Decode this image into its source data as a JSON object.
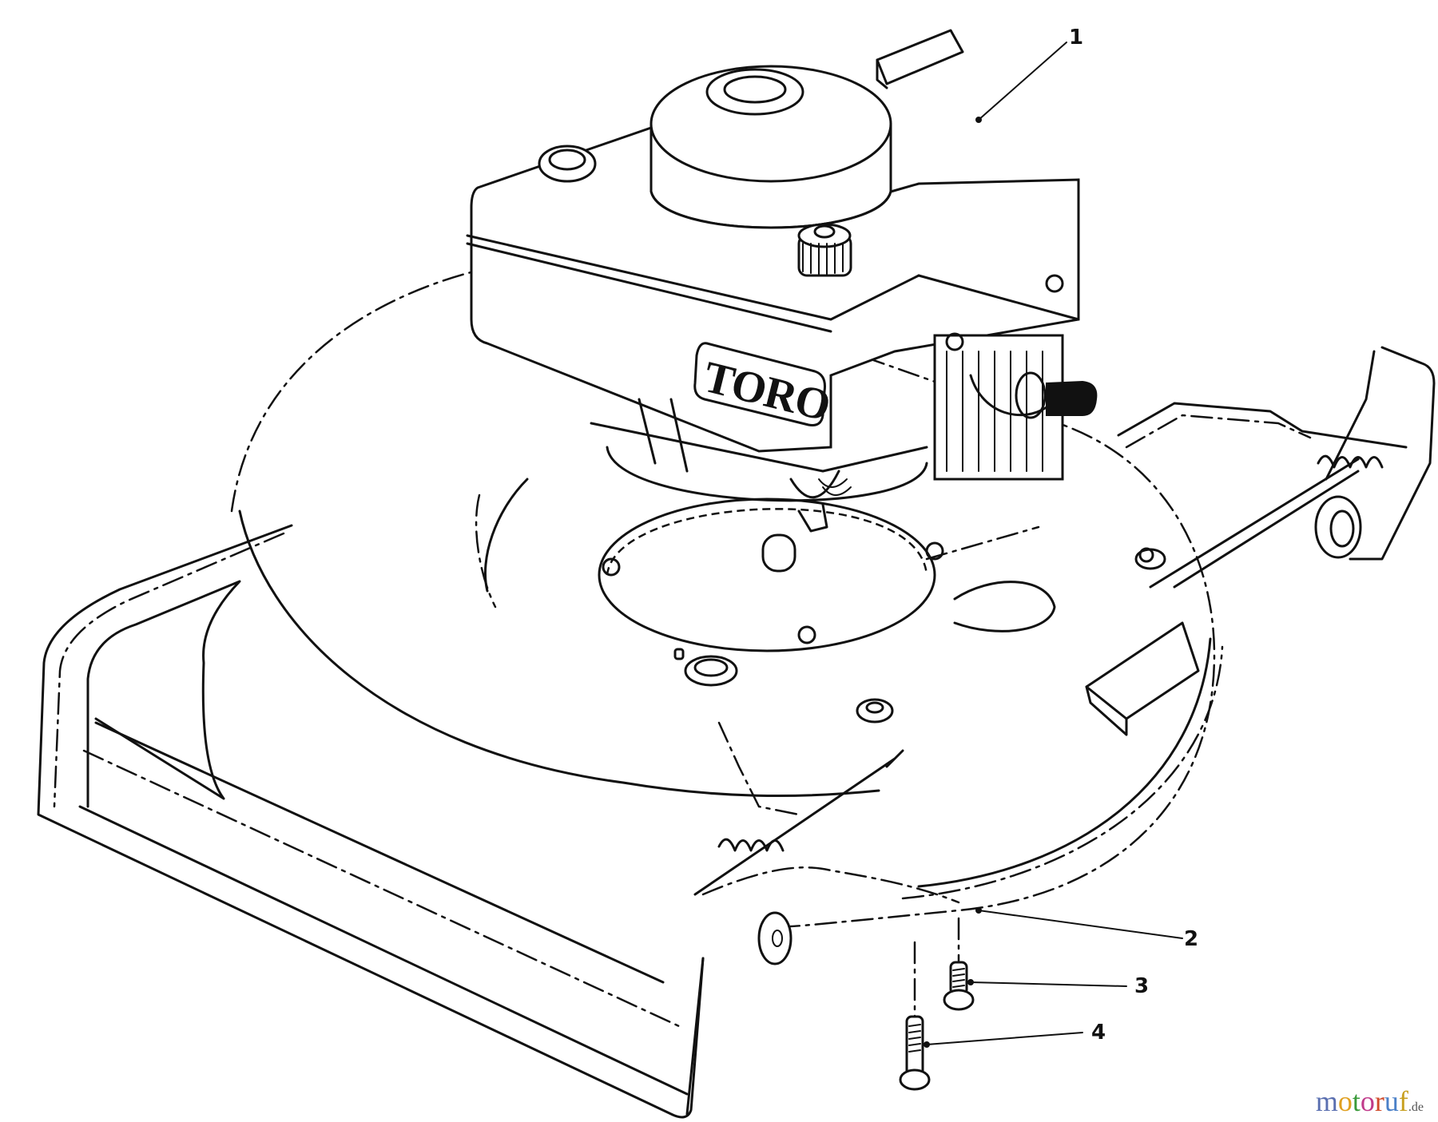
{
  "diagram": {
    "title": "Lawn mower engine and deck assembly (exploded parts view)",
    "engine_logo": "TORO",
    "callouts": [
      {
        "number": "1",
        "part": "engine"
      },
      {
        "number": "2",
        "part": "deck"
      },
      {
        "number": "3",
        "part": "short-flange-bolt"
      },
      {
        "number": "4",
        "part": "long-flange-bolt"
      }
    ]
  },
  "watermark": {
    "letters": [
      "m",
      "o",
      "t",
      "o",
      "r",
      "u",
      "f"
    ],
    "colors": [
      "#5a6fb0",
      "#e0a020",
      "#3a9a3a",
      "#c03a8a",
      "#d04a2a",
      "#4a80c8",
      "#c8a020"
    ],
    "tld": ".de"
  }
}
